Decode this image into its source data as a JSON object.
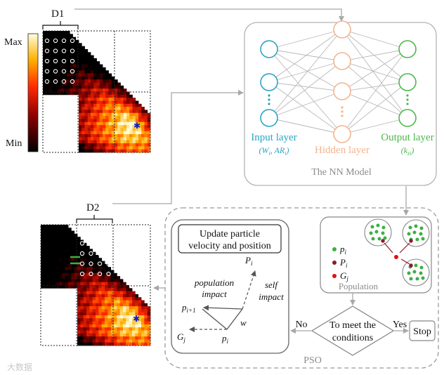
{
  "colorbar": {
    "max_label": "Max",
    "min_label": "Min"
  },
  "heatmap1": {
    "label": "D1"
  },
  "heatmap2": {
    "label": "D2"
  },
  "nn_model": {
    "title": "The NN Model",
    "input_layer": {
      "title": "Input layer",
      "vars": "(W",
      "var_sub1": "i",
      "comma": ", AR",
      "var_sub2": "i",
      "close": ")"
    },
    "hidden_layer": {
      "title": "Hidden layer"
    },
    "output_layer": {
      "title": "Output layer",
      "vars": "(k",
      "var_sub": "zi",
      "close": ")"
    },
    "colors": {
      "input": "#2aa5c3",
      "hidden": "#f2b58f",
      "output": "#4cb84c",
      "edge": "#b8b8b8"
    }
  },
  "pso": {
    "title": "PSO",
    "update_box": {
      "line1": "Update particle",
      "line2": "velocity and position"
    },
    "vectors": {
      "p_next": "p",
      "p_next_sub": "i+1",
      "P_i": "P",
      "P_i_sub": "i",
      "population_impact_1": "population",
      "population_impact_2": "impact",
      "self_impact_1": "self",
      "self_impact_2": "impact",
      "w": "w",
      "G_j": "G",
      "G_j_sub": "j",
      "p_i": "p",
      "p_i_sub": "i"
    },
    "population": {
      "caption": "Population",
      "legend": [
        {
          "sym": "p",
          "sub": "i",
          "color": "#3cb043"
        },
        {
          "sym": "P",
          "sub": "i",
          "color": "#8b1a2b"
        },
        {
          "sym": "G",
          "sub": "j",
          "color": "#e01010"
        }
      ]
    },
    "decision": {
      "line1": "To meet the",
      "line2": "conditions",
      "no": "No",
      "yes": "Yes"
    },
    "stop": "Stop"
  },
  "watermark": "大数据"
}
